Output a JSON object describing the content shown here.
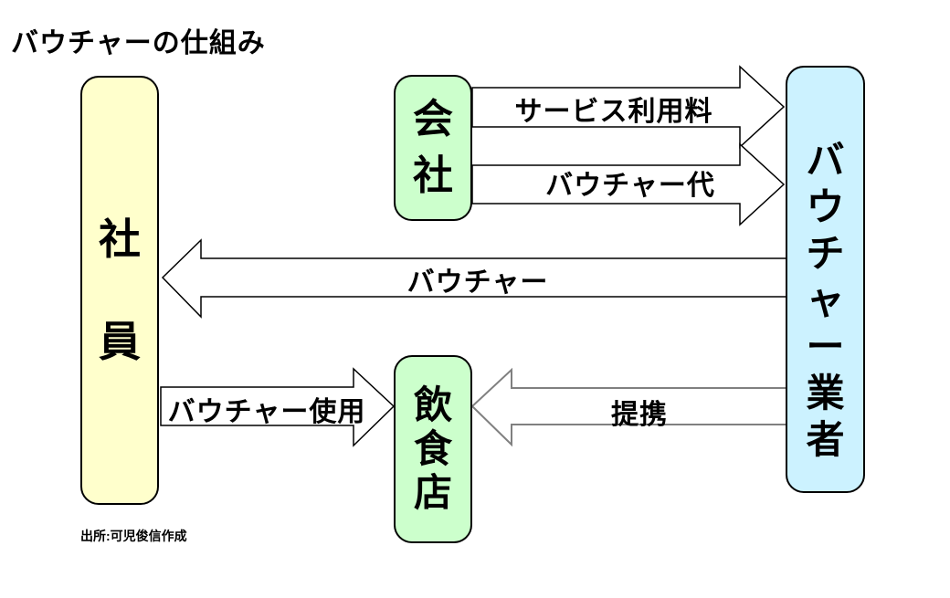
{
  "title": "バウチャーの仕組み",
  "source_note": "出所:可児俊信作成",
  "colors": {
    "background": "#FFFFFF",
    "employee_fill": "#FFFFCC",
    "company_fill": "#CCFFCC",
    "restaurant_fill": "#CCFFCC",
    "vendor_fill": "#CCF2FF",
    "arrow_fill": "#FFFFFF",
    "arrow_outline": "#000000",
    "partnership_arrow_outline": "#808080",
    "text": "#000000"
  },
  "diagram": {
    "nodes": [
      {
        "id": "employee",
        "label": "社員"
      },
      {
        "id": "company",
        "label": "会社"
      },
      {
        "id": "restaurant",
        "label": "飲食店"
      },
      {
        "id": "vendor",
        "label": "バウチャー業者"
      }
    ],
    "arrows": [
      {
        "id": "service-fee",
        "label": "サービス利用料",
        "from": "会社",
        "to": "バウチャー業者",
        "direction": "right"
      },
      {
        "id": "voucher-cost",
        "label": "バウチャー代",
        "from": "会社",
        "to": "バウチャー業者",
        "direction": "right"
      },
      {
        "id": "voucher",
        "label": "バウチャー",
        "from": "バウチャー業者",
        "to": "社員",
        "direction": "left"
      },
      {
        "id": "voucher-use",
        "label": "バウチャー使用",
        "from": "社員",
        "to": "飲食店",
        "direction": "right"
      },
      {
        "id": "partnership",
        "label": "提携",
        "from": "バウチャー業者",
        "to": "飲食店",
        "direction": "left"
      }
    ]
  }
}
